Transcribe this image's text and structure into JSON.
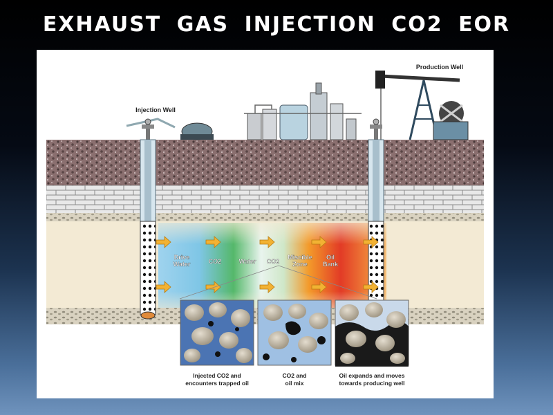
{
  "slide": {
    "title": "EXHAUST  GAS  INJECTION  CO2 EOR"
  },
  "diagram": {
    "injection_well_label": "Injection Well",
    "production_well_label": "Production Well",
    "zones": [
      {
        "line1": "Drive",
        "line2": "Water"
      },
      {
        "line1": "CO2",
        "line2": ""
      },
      {
        "line1": "Water",
        "line2": ""
      },
      {
        "line1": "CO2",
        "line2": ""
      },
      {
        "line1": "Miscible",
        "line2": "Zone"
      },
      {
        "line1": "Oil",
        "line2": "Bank"
      }
    ],
    "panels": [
      {
        "line1": "Injected CO2 and",
        "line2": "encounters trapped oil"
      },
      {
        "line1": "CO2 and",
        "line2": "oil mix"
      },
      {
        "line1": "Oil expands and moves",
        "line2": "towards producing well"
      }
    ],
    "colors": {
      "drive_water": "#7fc6e6",
      "co2_zone": "#55b86a",
      "miscible_zone": "#f39a2a",
      "oil_bank": "#e23b26",
      "arrow": "#f2b233"
    }
  }
}
